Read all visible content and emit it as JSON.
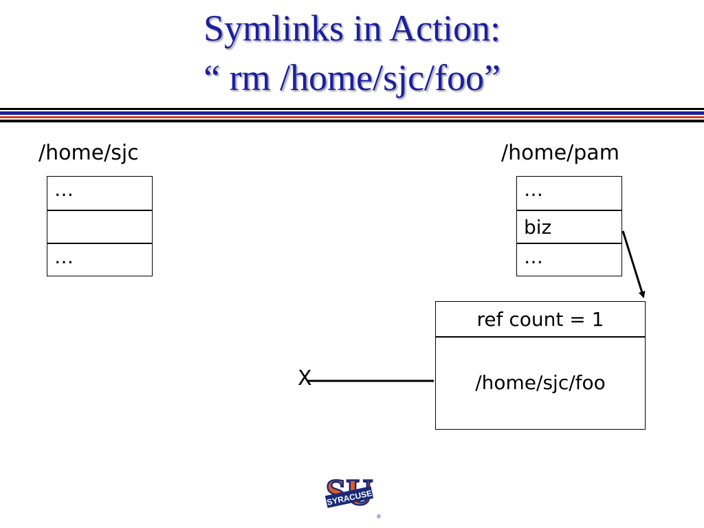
{
  "title": {
    "line1": "Symlinks in Action:",
    "line2": "“ rm /home/sjc/foo”"
  },
  "directories": {
    "sjc": {
      "label": "/home/sjc",
      "entries": [
        "…",
        "",
        "…"
      ]
    },
    "pam": {
      "label": "/home/pam",
      "entries": [
        "…",
        "biz",
        "…"
      ]
    }
  },
  "symlink": {
    "ref_count": "ref count = 1",
    "target": "/home/sjc/foo"
  },
  "broken_link_mark": "X",
  "logo": {
    "top_letters": "SU",
    "banner": "SYRACUSE",
    "registered": "®"
  },
  "colors": {
    "title": "#1a1f9e",
    "rule_blue": "#1a1f9e",
    "rule_orange": "#d23c1e",
    "logo_orange": "#e45a1e",
    "logo_navy": "#1a2a78"
  }
}
